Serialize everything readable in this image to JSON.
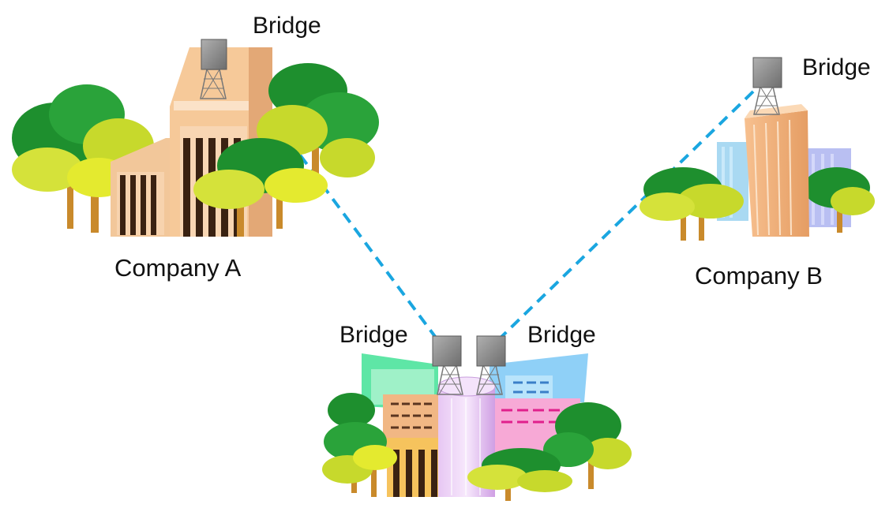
{
  "labels": {
    "bridge_a": "Bridge",
    "bridge_b": "Bridge",
    "bridge_center_left": "Bridge",
    "bridge_center_right": "Bridge",
    "company_a": "Company A",
    "company_b": "Company B"
  },
  "colors": {
    "link": "#1aa6e0",
    "bridge_box": "#8c8c8c",
    "tree_dark": "#1e8f2e",
    "tree_light": "#c7d92c",
    "trunk": "#c98a2b"
  }
}
